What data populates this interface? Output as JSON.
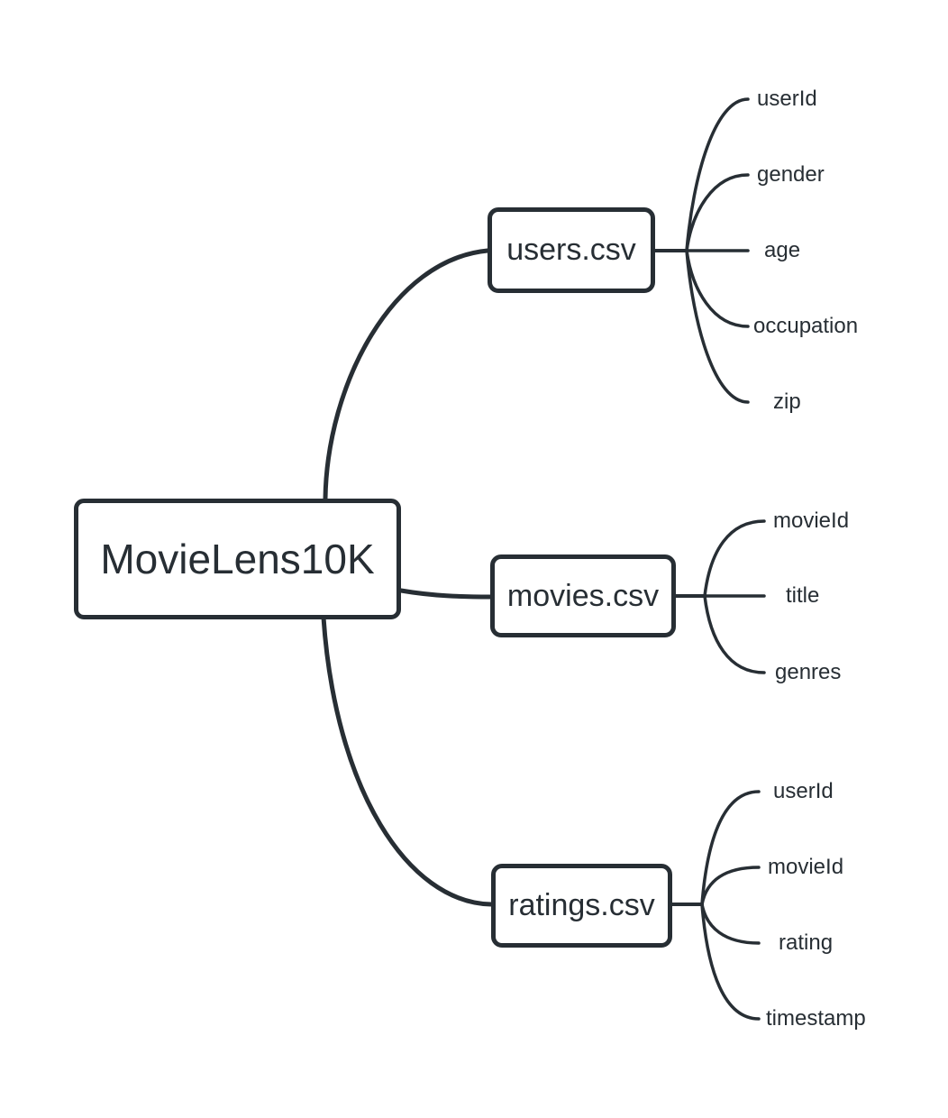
{
  "mindmap": {
    "root": {
      "label": "MovieLens10K"
    },
    "files": [
      {
        "label": "users.csv",
        "fields": [
          "userId",
          "gender",
          "age",
          "occupation",
          "zip"
        ]
      },
      {
        "label": "movies.csv",
        "fields": [
          "movieId",
          "title",
          "genres"
        ]
      },
      {
        "label": "ratings.csv",
        "fields": [
          "userId",
          "movieId",
          "rating",
          "timestamp"
        ]
      }
    ],
    "colors": {
      "line": "#272e34",
      "text": "#272e34",
      "background": "#ffffff"
    }
  }
}
